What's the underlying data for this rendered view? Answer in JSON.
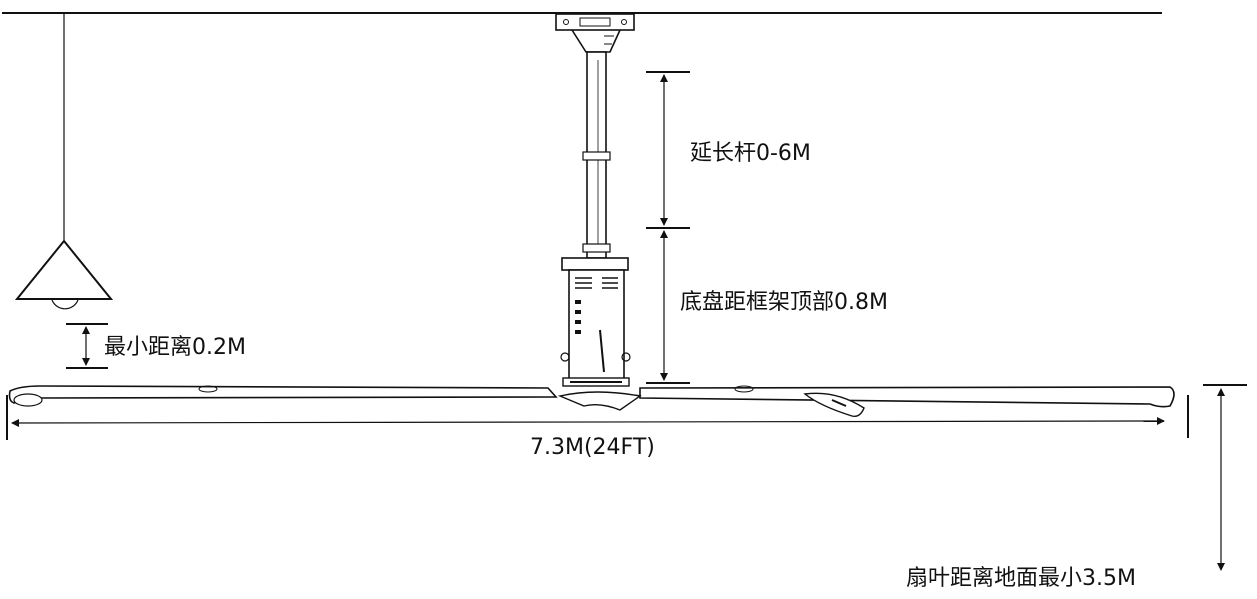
{
  "labels": {
    "extension_rod": "延长杆0-6M",
    "chassis_to_frame": "底盘距框架顶部0.8M",
    "min_distance_lamp": "最小距离0.2M",
    "blade_span": "7.3M(24FT)",
    "blade_to_floor": "扇叶距离地面最小3.5M"
  },
  "colors": {
    "line": "#111111",
    "background": "#ffffff"
  }
}
